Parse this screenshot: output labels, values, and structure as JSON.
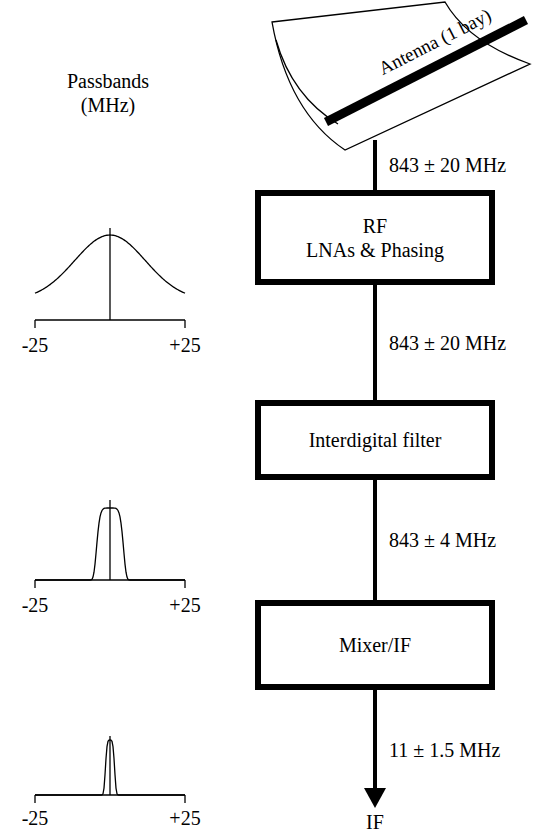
{
  "diagram": {
    "nodes": [
      {
        "text": [
          "Antenna (1 bay)"
        ]
      },
      {
        "text": [
          "RF",
          "LNAs & Phasing"
        ]
      },
      {
        "text": [
          "Interdigital filter"
        ]
      },
      {
        "text": [
          "Mixer/IF"
        ]
      }
    ],
    "edges": [
      {
        "from": 0,
        "to": 1,
        "arrow": "none",
        "label": "843 ± 20 MHz"
      },
      {
        "from": 1,
        "to": 2,
        "arrow": "none",
        "label": "843 ± 20 MHz"
      },
      {
        "from": 2,
        "to": 3,
        "arrow": "none",
        "label": "843 ± 4 MHz"
      }
    ],
    "labels": [
      "Passbands (MHz)",
      "-25",
      "+25",
      "-25",
      "+25",
      "-25",
      "+25",
      "11 ± 1.5 MHz",
      "IF"
    ]
  }
}
